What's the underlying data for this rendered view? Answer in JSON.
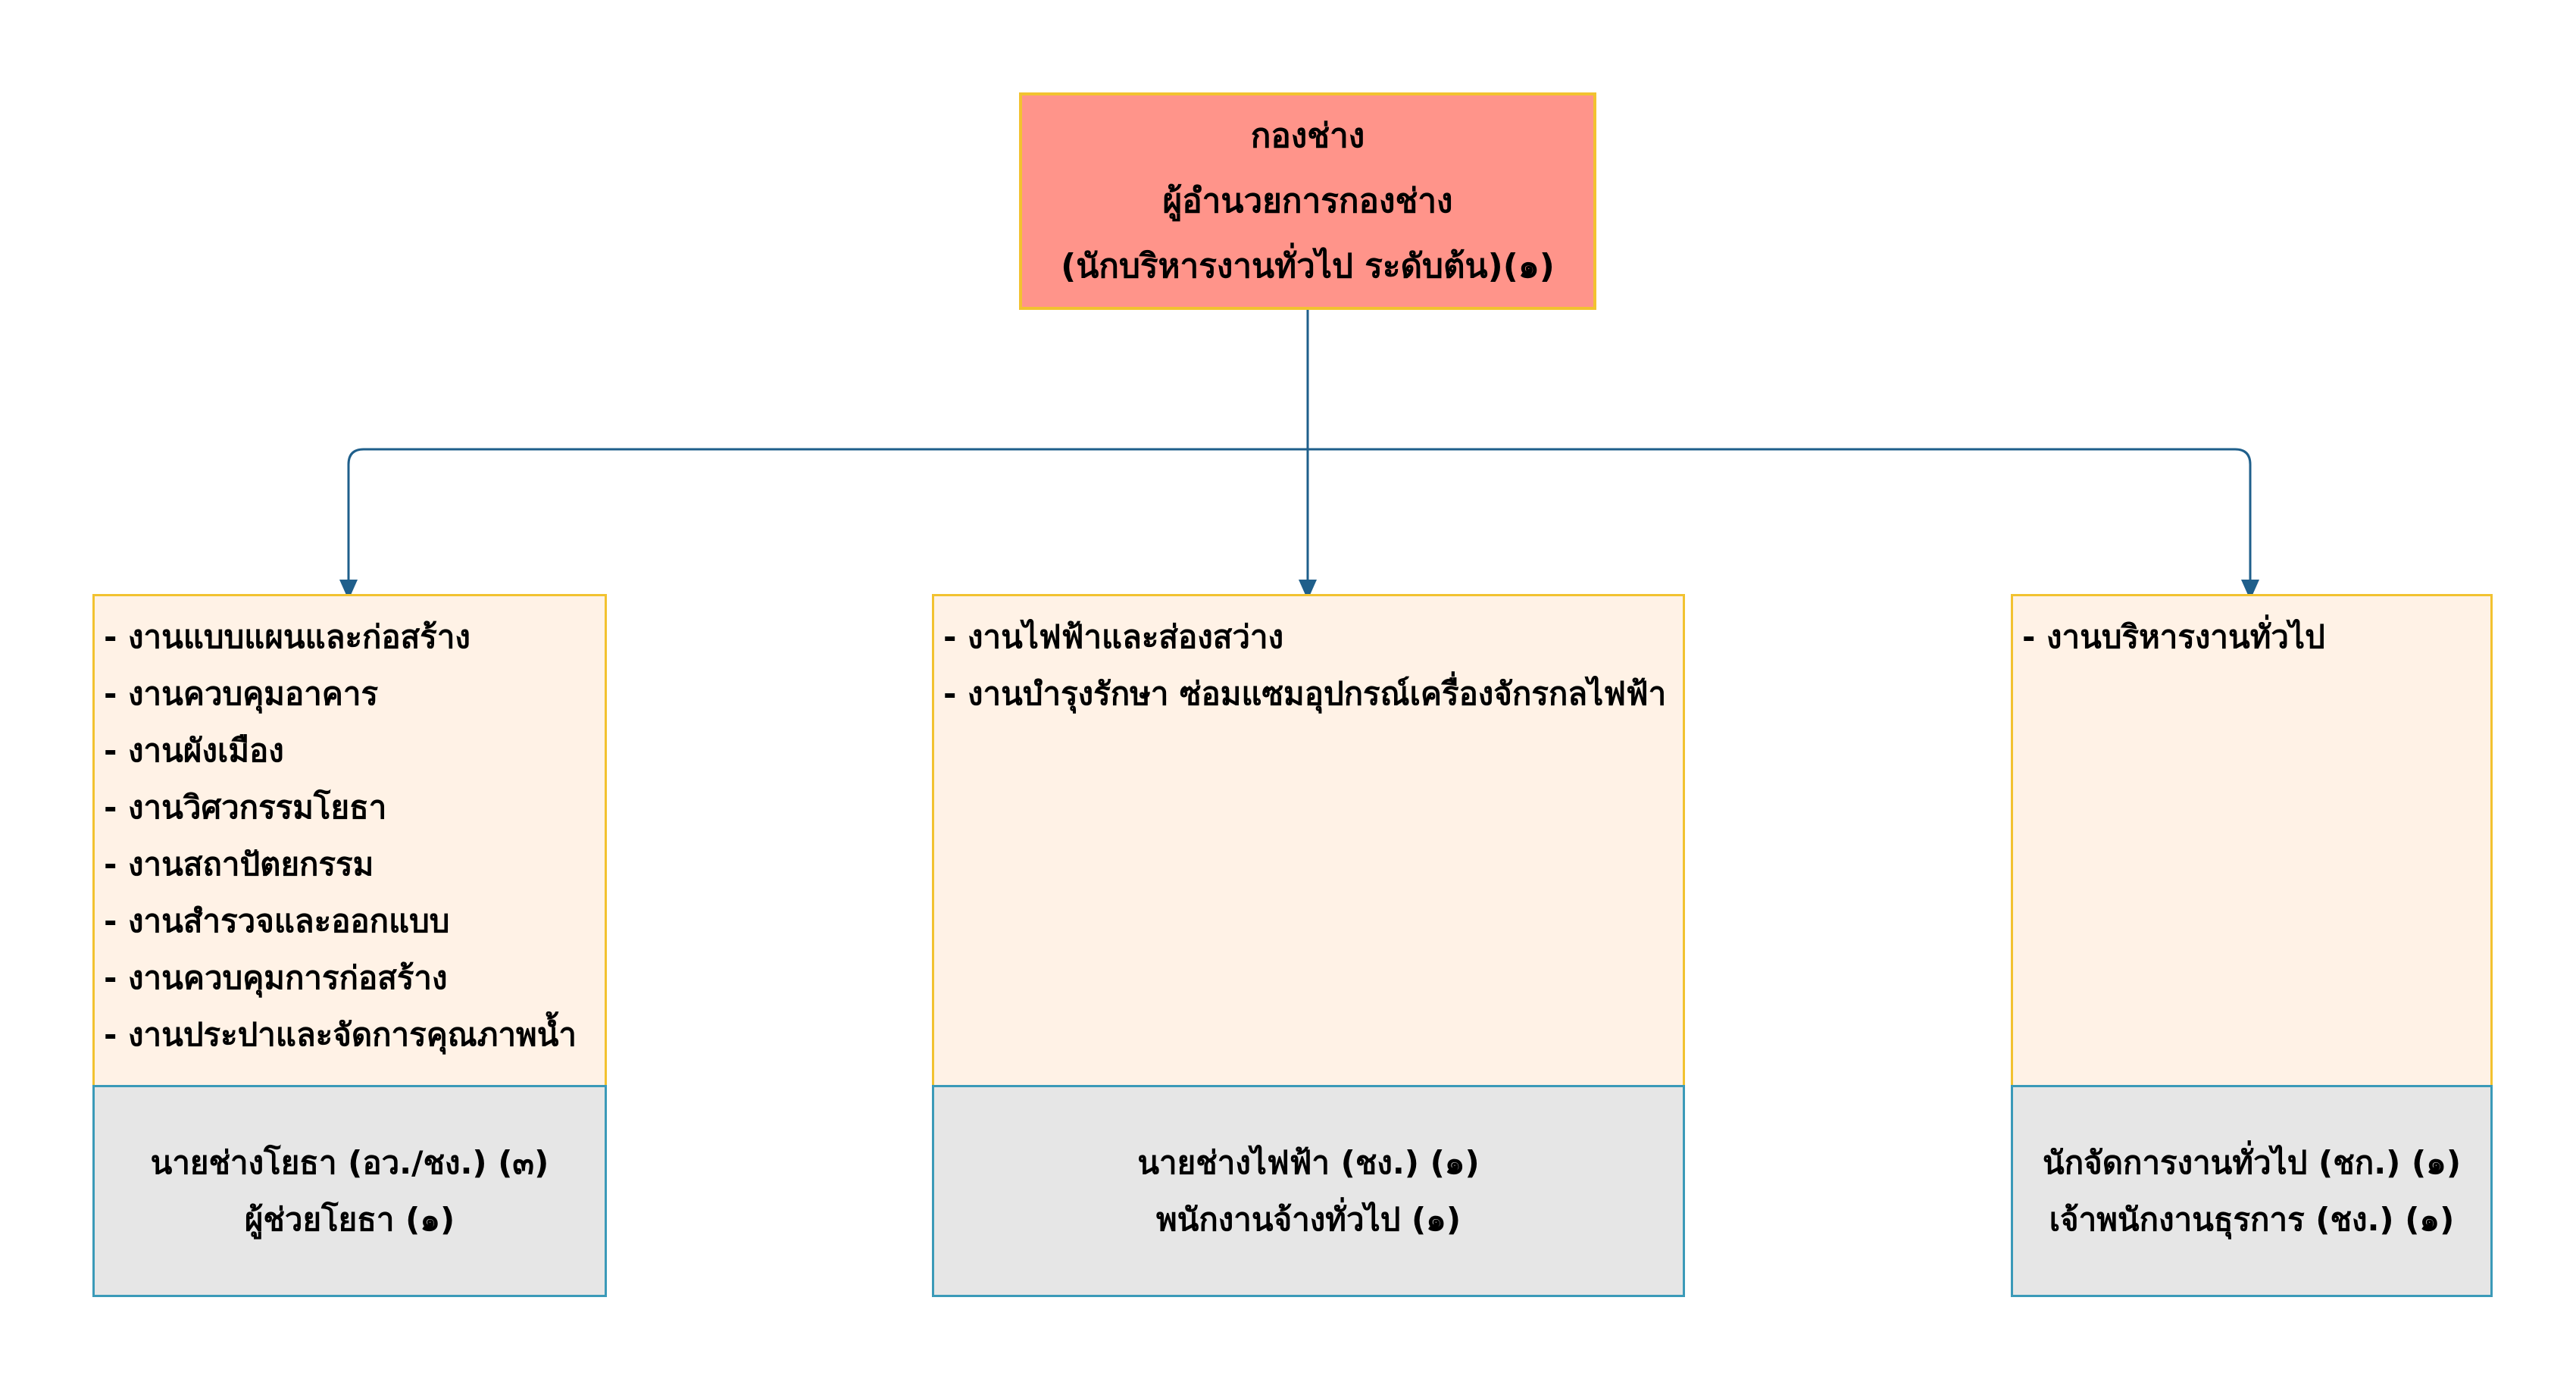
{
  "head": {
    "lines": [
      "กองช่าง",
      "ผู้อำนวยการกองช่าง",
      "(นักบริหารงานทั่วไป ระดับต้น)(๑)"
    ]
  },
  "units": [
    {
      "duties": [
        "- งานแบบแผนและก่อสร้าง",
        "- งานควบคุมอาคาร",
        "- งานผังเมือง",
        "- งานวิศวกรรมโยธา",
        "- งานสถาปัตยกรรม",
        "- งานสำรวจและออกแบบ",
        "- งานควบคุมการก่อสร้าง",
        "- งานประปาและจัดการคุณภาพน้ำ"
      ],
      "staff": [
        "นายช่างโยธา (อว./ชง.) (๓)",
        "ผู้ช่วยโยธา (๑)"
      ]
    },
    {
      "duties": [
        "- งานไฟฟ้าและส่องสว่าง",
        "- งานบำรุงรักษา ซ่อมแซมอุปกรณ์เครื่องจักรกลไฟฟ้า"
      ],
      "staff": [
        "นายช่างไฟฟ้า (ชง.) (๑)",
        "พนักงานจ้างทั่วไป (๑)"
      ]
    },
    {
      "duties": [
        "- งานบริหารงานทั่วไป"
      ],
      "staff": [
        "นักจัดการงานทั่วไป (ชก.) (๑)",
        "เจ้าพนักงานธุรการ (ชง.) (๑)"
      ]
    }
  ],
  "colors": {
    "head_fill": "#ff948a",
    "head_border": "#f2c230",
    "duty_fill": "#fff2e6",
    "duty_border": "#f2c230",
    "staff_fill": "#e6e6e6",
    "staff_border": "#3b9ab8",
    "connector": "#1f5f8b"
  }
}
